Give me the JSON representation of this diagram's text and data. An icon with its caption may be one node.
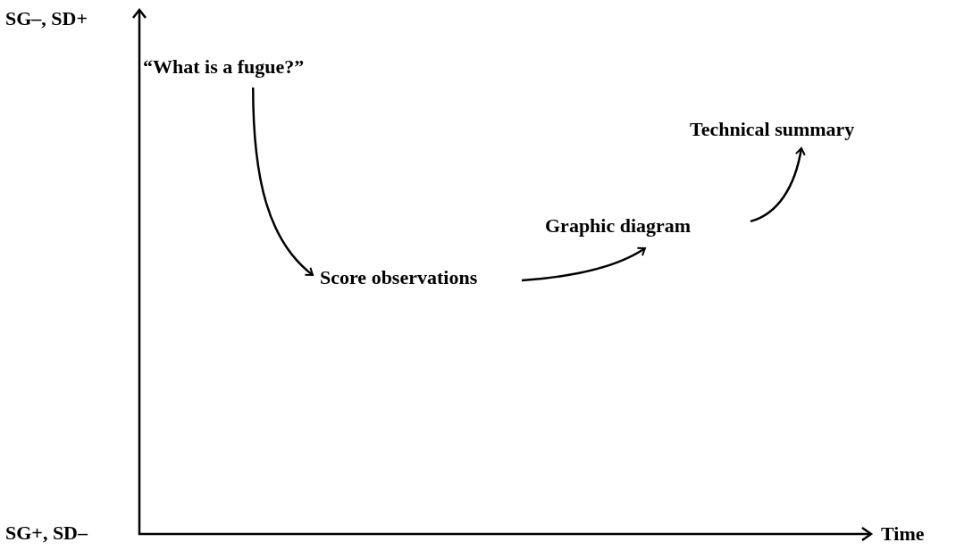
{
  "diagram": {
    "nodes": [
      {
        "text": [
          "“What is a fugue?”"
        ]
      },
      {
        "text": [
          "Score observations"
        ]
      },
      {
        "text": [
          "Graphic diagram"
        ]
      },
      {
        "text": [
          "Technical summary"
        ]
      }
    ],
    "edges": [
      {
        "from": 0,
        "to": 1,
        "arrow": "to"
      },
      {
        "from": 1,
        "to": 2,
        "arrow": "to"
      },
      {
        "from": 2,
        "to": 3,
        "arrow": "to"
      }
    ],
    "labels": [
      "SG–, SD+",
      "SG+, SD–",
      "Time"
    ]
  }
}
